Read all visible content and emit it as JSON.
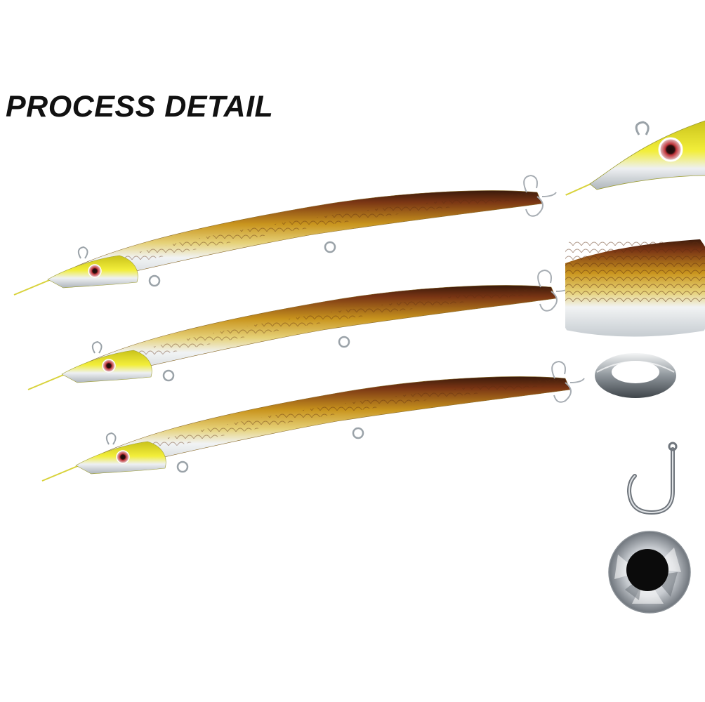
{
  "header": {
    "title": "PROCESS DETAIL"
  },
  "colors": {
    "background": "#ffffff",
    "title": "#111111",
    "lure_back": "#6b2f12",
    "lure_gold": "#c9951e",
    "lure_yellow": "#e8e41f",
    "lure_belly": "#e9edf0",
    "eye": "#c0343a",
    "metal": "#9aa2a8"
  },
  "images": {
    "main_lures": [
      "lure-1",
      "lure-2",
      "lure-3"
    ],
    "details": [
      "head-closeup",
      "scale-closeup",
      "split-ring",
      "hook",
      "eye-3d"
    ]
  }
}
